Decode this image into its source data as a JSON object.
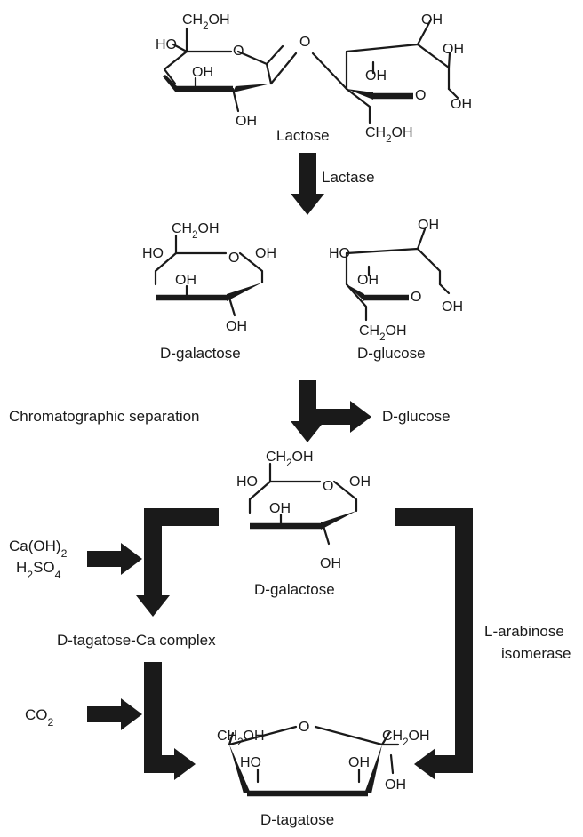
{
  "molecules": {
    "lactose": {
      "name": "Lactose",
      "galactose_unit": {
        "oh_c4": "HO",
        "ch2oh": "CH2OH",
        "ring_o": "O",
        "oh_c3": "OH",
        "oh_c2": "OH"
      },
      "bridge_o": "O",
      "glucose_unit": {
        "oh_c1_top": "OH",
        "oh_c3": "OH",
        "ring_o": "O",
        "oh_anomeric": "OH",
        "ch2oh": "CH2OH"
      }
    },
    "d_galactose_1": {
      "name": "D-galactose",
      "ch2oh": "CH2OH",
      "oh_c4": "HO",
      "ring_o": "O",
      "oh_anomeric": "OH",
      "oh_c3": "OH",
      "oh_c2": "OH"
    },
    "d_glucose": {
      "name": "D-glucose",
      "oh_top": "OH",
      "oh_c4": "HO",
      "oh_c3": "OH",
      "ring_o": "O",
      "oh_anomeric": "OH",
      "ch2oh": "CH2OH"
    },
    "d_galactose_2": {
      "name": "D-galactose",
      "ch2oh": "CH2OH",
      "oh_c4": "HO",
      "ring_o": "O",
      "oh_anomeric": "OH",
      "oh_c3": "OH",
      "oh_c2": "OH"
    },
    "d_tagatose": {
      "name": "D-tagatose",
      "ch2oh_left": "CH2OH",
      "ring_o": "O",
      "ch2oh_right": "CH2OH",
      "oh_c5": "HO",
      "oh_c3": "OH",
      "oh_c2": "OH"
    }
  },
  "steps": {
    "lactase": "Lactase",
    "separation": "Chromatographic separation",
    "separation_product": "D-glucose",
    "reagent_1": "Ca(OH)2",
    "reagent_2": "H2SO4",
    "complex": "D-tagatose-Ca complex",
    "co2": "CO2",
    "enzyme_line_1": "L-arabinose",
    "enzyme_line_2": "isomerase"
  },
  "colors": {
    "ink": "#1a1a1a",
    "background": "#ffffff"
  }
}
